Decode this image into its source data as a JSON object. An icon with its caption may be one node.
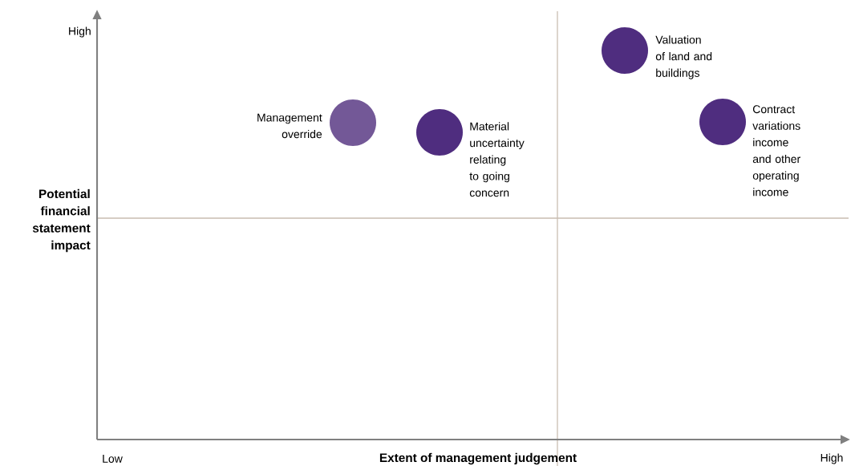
{
  "diagram": {
    "nodes": [
      {
        "text": [
          "Management override"
        ]
      },
      {
        "text": [
          "Material uncertainty relating to going concern"
        ]
      },
      {
        "text": [
          "Valuation of land and buildings"
        ]
      },
      {
        "text": [
          "Contract variations income and other operating income"
        ]
      }
    ],
    "labels": [
      "High",
      "Potential financial statement impact",
      "Low",
      "Extent of management judgement",
      "High"
    ]
  }
}
